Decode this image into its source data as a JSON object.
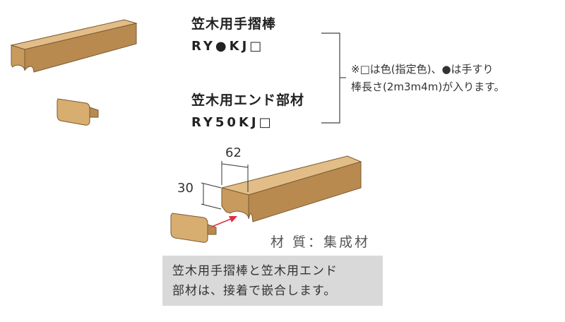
{
  "products": {
    "handrail": {
      "name": "笠木用手摺棒",
      "code": "RY●KJ□"
    },
    "end_piece": {
      "name": "笠木用エンド部材",
      "code": "RY50KJ□"
    }
  },
  "note": {
    "line1": "※□は色(指定色)、●は手すり",
    "line2": "棒長さ(2m3m4m)が入ります。"
  },
  "dimensions": {
    "width": "62",
    "height": "30"
  },
  "material": "材 質：集成材",
  "caption": {
    "line1": "笠木用手摺棒と笠木用エンド",
    "line2": "部材は、接着で嵌合します。"
  },
  "colors": {
    "wood_top": "#e2bd87",
    "wood_front": "#c89a5e",
    "wood_side": "#b88a50",
    "outline": "#7a5a32",
    "arrow": "#d9333f",
    "caption_bg": "#d9d9d9"
  }
}
